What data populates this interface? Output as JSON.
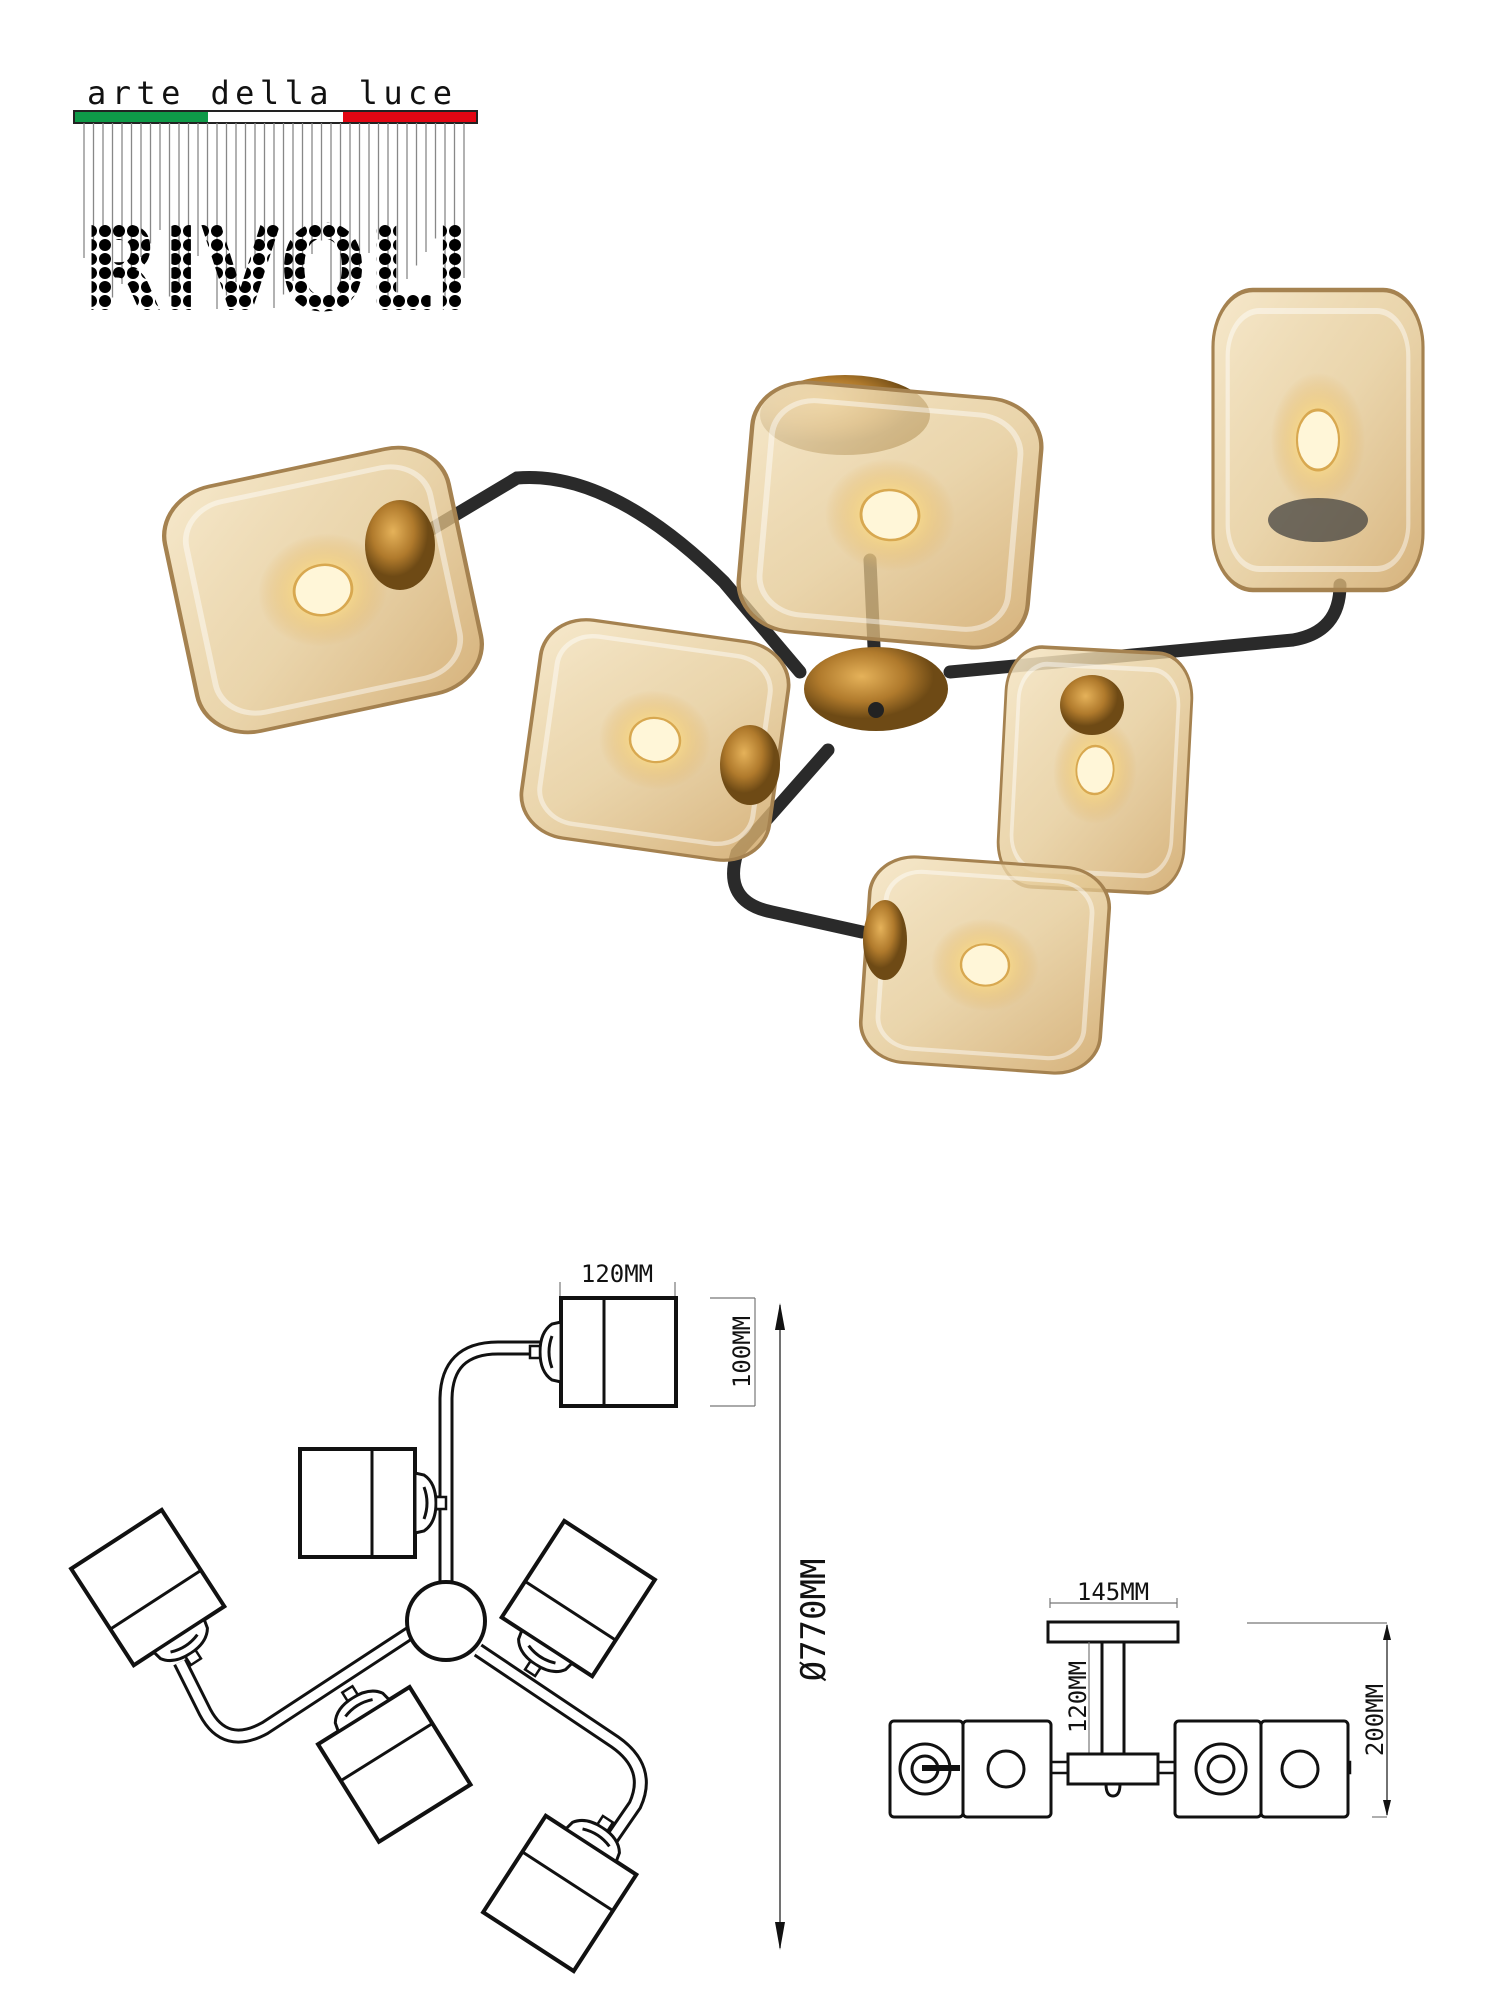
{
  "logo": {
    "tagline": "arte della luce",
    "brand": "RIVOLI",
    "colors": {
      "green": "#0e9a48",
      "white": "#ffffff",
      "red": "#e30613"
    }
  },
  "product_photo": {
    "colors": {
      "glass": "#e9cf9e",
      "brass": "#b07a2c",
      "arm": "#2a2a2a"
    }
  },
  "drawing": {
    "plan": {
      "shade_width": "120MM",
      "shade_height": "100MM",
      "diameter": "Ø770MM"
    },
    "side": {
      "canopy_width": "145MM",
      "stem_height": "120MM",
      "total_height": "200MM"
    }
  }
}
